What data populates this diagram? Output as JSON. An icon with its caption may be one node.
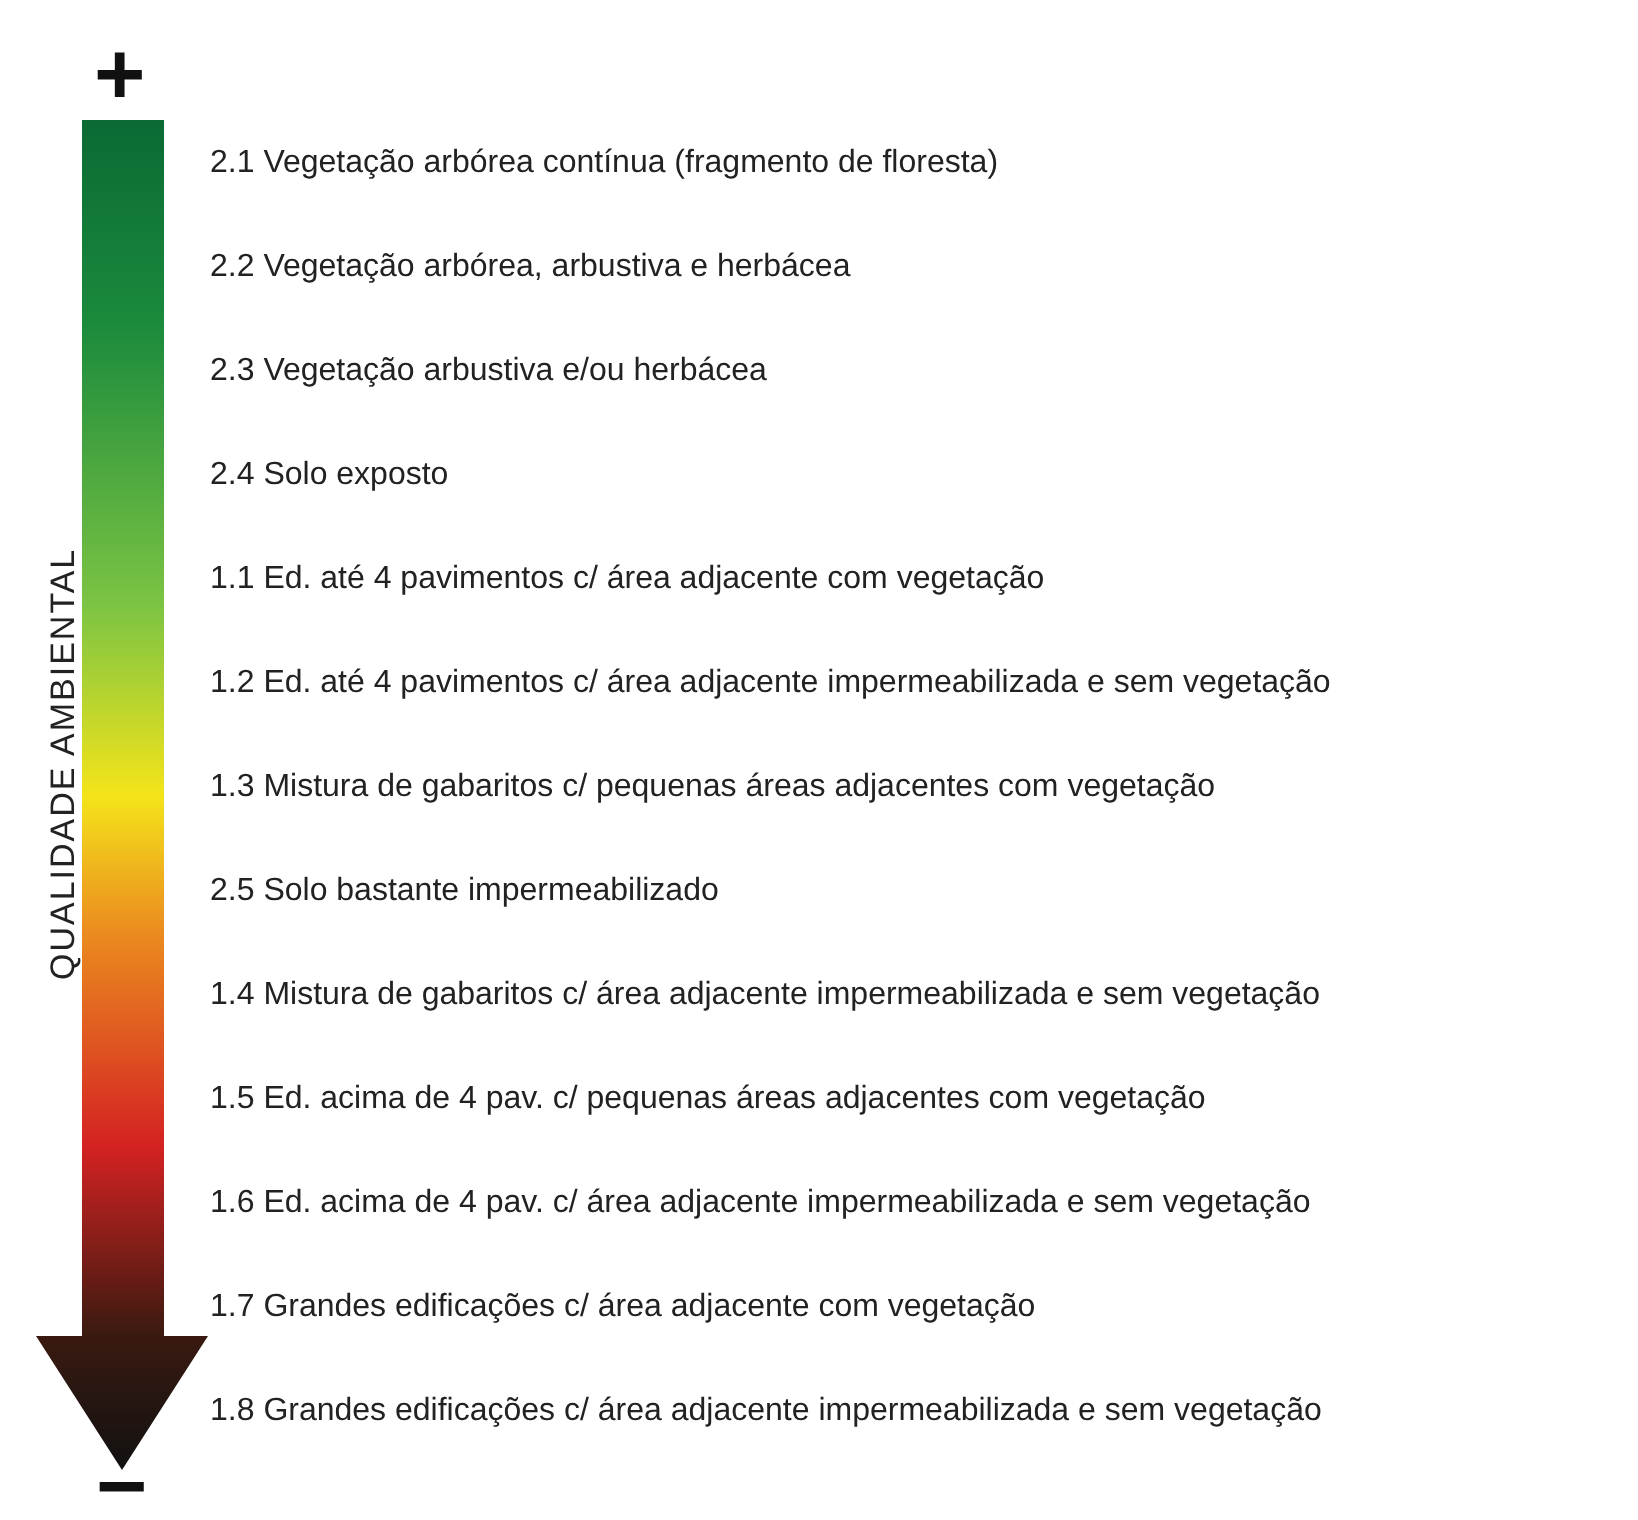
{
  "diagram": {
    "labels": [
      "+",
      "QUALIDADE AMBIENTAL",
      "2.1 Vegetação arbórea contínua (fragmento de floresta)",
      "2.2 Vegetação arbórea, arbustiva e herbácea",
      "2.3 Vegetação arbustiva e/ou herbácea",
      "2.4 Solo exposto",
      "1.1 Ed. até 4 pavimentos c/ área adjacente com vegetação",
      "1.2 Ed. até 4 pavimentos c/ área adjacente impermeabilizada e sem vegetação",
      "1.3 Mistura de gabaritos c/ pequenas áreas adjacentes com vegetação",
      "2.5 Solo bastante impermeabilizado",
      "1.4 Mistura de gabaritos c/ área adjacente impermeabilizada e sem vegetação",
      "1.5 Ed. acima de 4 pav. c/ pequenas áreas adjacentes com vegetação",
      "1.6 Ed. acima de 4 pav. c/ área adjacente impermeabilizada e sem vegetação",
      "1.7 Grandes edificações c/ área adjacente com vegetação",
      "1.8 Grandes edificações c/ área adjacente impermeabilizada e sem vegetação",
      "−"
    ]
  }
}
